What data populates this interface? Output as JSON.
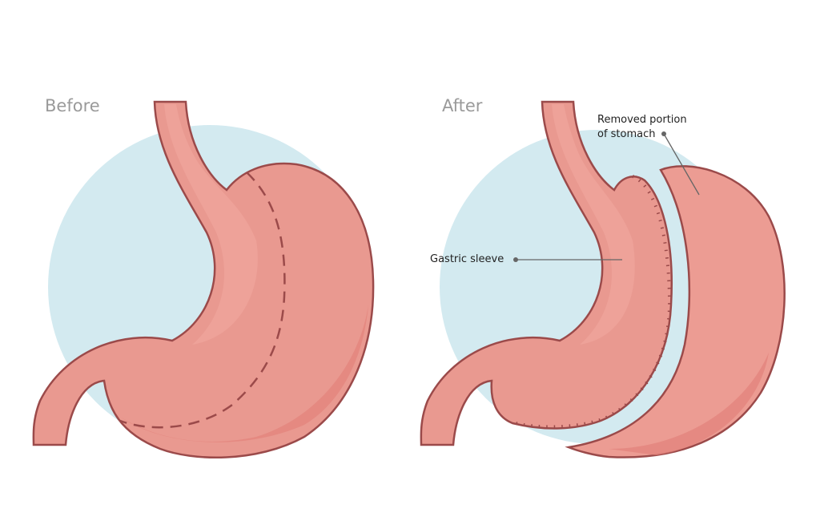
{
  "panels": {
    "before": {
      "title": "Before"
    },
    "after": {
      "title": "After",
      "labels": {
        "removed_line1": "Removed portion",
        "removed_line2": "of stomach",
        "sleeve": "Gastric sleeve"
      }
    }
  },
  "colors": {
    "background_circle": "#d3eaf0",
    "tissue": "#e99990",
    "tissue_light": "#f0a59c",
    "tissue_dark": "#e3817a",
    "outline": "#9b4a4a",
    "callout": "#666666"
  }
}
